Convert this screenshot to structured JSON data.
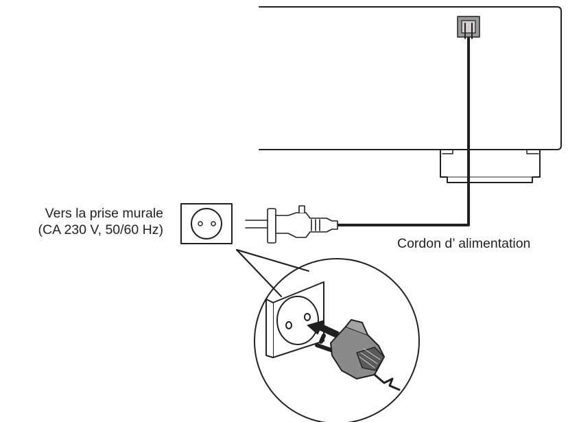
{
  "labels": {
    "wall_outlet_line1": "Vers la prise murale",
    "wall_outlet_line2": "(CA 230 V, 50/60 Hz)",
    "power_cord": "Cordon d’ alimentation"
  },
  "colors": {
    "line": "#231f20",
    "plug_fill": "#8a8a8a",
    "plug_dark": "#5a5a5a",
    "arrow": "#231f20"
  },
  "icons": [
    "wall-outlet-icon",
    "power-plug-icon",
    "insert-arrow-icon"
  ]
}
